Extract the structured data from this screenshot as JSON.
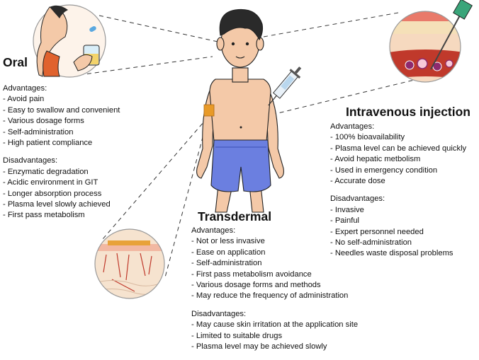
{
  "oral": {
    "title": "Oral",
    "advantages_label": "Advantages:",
    "advantages": [
      "- Avoid pain",
      "- Easy to swallow and convenient",
      "- Various dosage forms",
      "- Self-administration",
      "- High patient compliance"
    ],
    "disadvantages_label": "Disadvantages:",
    "disadvantages": [
      "- Enzymatic degradation",
      "- Acidic environment in GIT",
      "- Longer absorption process",
      "- Plasma level slowly achieved",
      "- First pass metabolism"
    ]
  },
  "intravenous": {
    "title": "Intravenous injection",
    "advantages_label": "Advantages:",
    "advantages": [
      "- 100% bioavailability",
      "- Plasma level can be achieved quickly",
      "- Avoid hepatic metbolism",
      "- Used in emergency condition",
      "- Accurate dose"
    ],
    "disadvantages_label": "Disadvantages:",
    "disadvantages": [
      "- Invasive",
      "- Painful",
      "- Expert personnel needed",
      "- No self-administration",
      "- Needles waste disposal problems"
    ]
  },
  "transdermal": {
    "title": "Transdermal",
    "advantages_label": "Advantages:",
    "advantages": [
      "- Not or less invasive",
      "- Ease on application",
      "- Self-administration",
      "- First pass metabolism avoidance",
      "- Various dosage forms and methods",
      "- May reduce the frequency of administration"
    ],
    "disadvantages_label": "Disadvantages:",
    "disadvantages": [
      "- May cause skin irritation at the application site",
      "- Limited to suitable drugs",
      "- Plasma level may be achieved slowly"
    ]
  },
  "colors": {
    "skin": "#f4c9a8",
    "shorts": "#6b7fe0",
    "patch": "#e89a28",
    "hair": "#2a2a2a",
    "blood": "#c0392b"
  },
  "icons": [
    "boy-figure",
    "syringe-icon",
    "patch-icon",
    "drinking-person-icon",
    "vein-crosssection-icon",
    "skin-crosssection-icon"
  ]
}
